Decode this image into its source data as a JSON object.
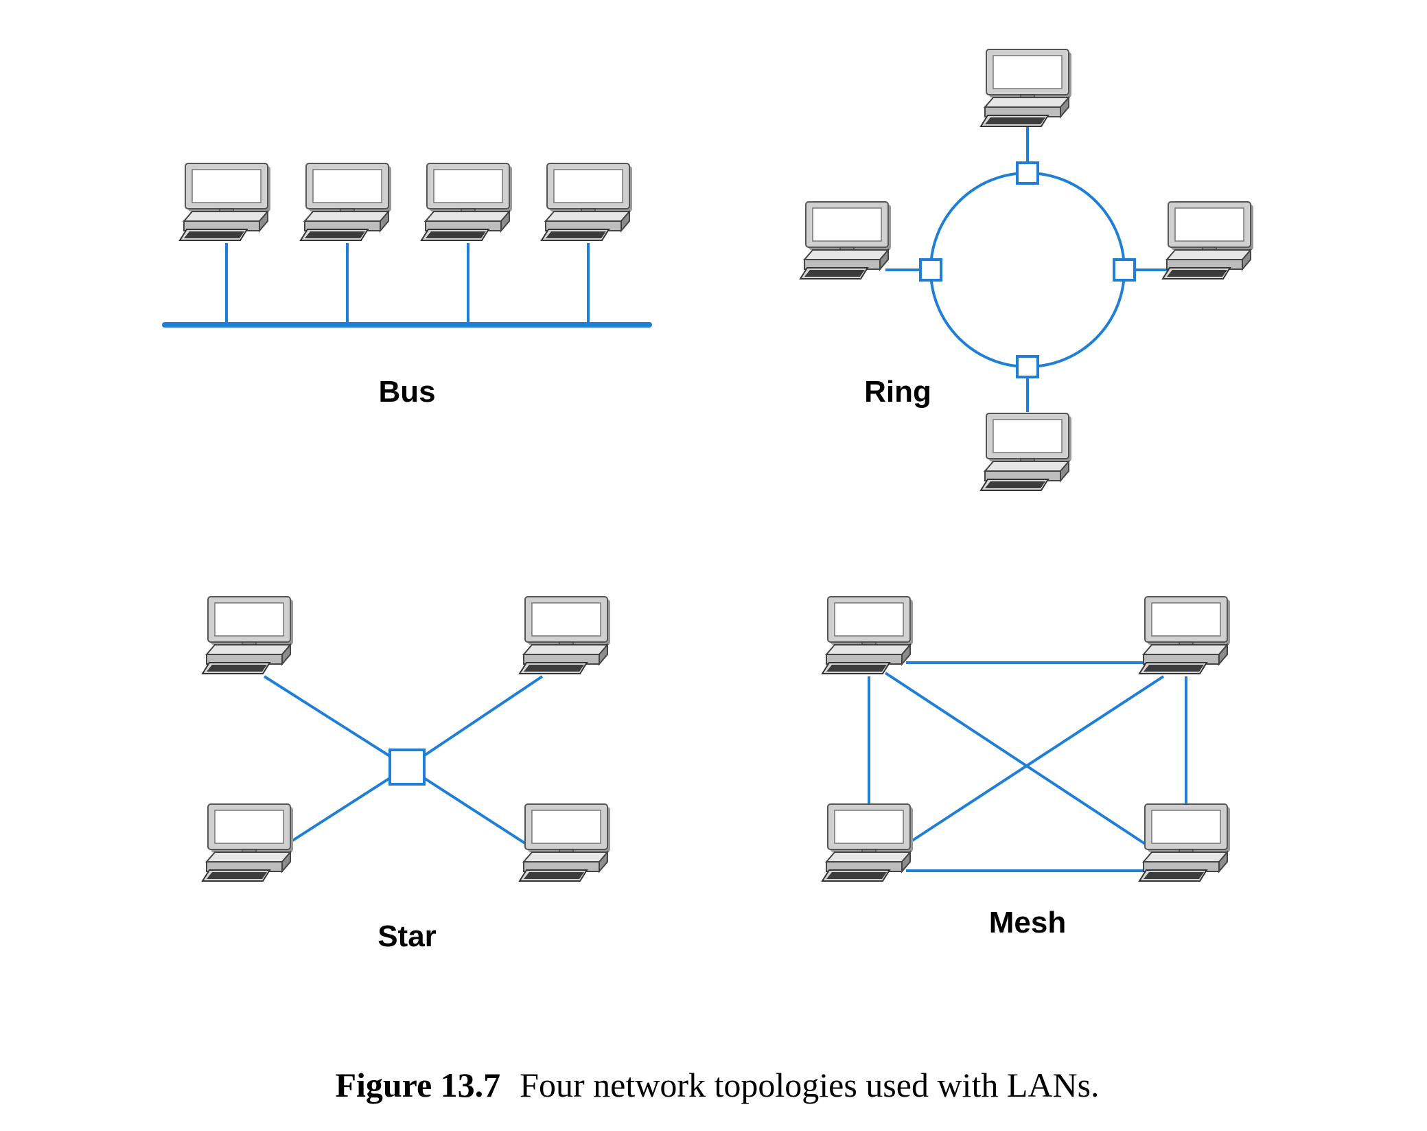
{
  "labels": {
    "bus": "Bus",
    "ring": "Ring",
    "star": "Star",
    "mesh": "Mesh"
  },
  "caption": {
    "number": "Figure 13.7",
    "text": "Four network topologies used with LANs."
  },
  "colors": {
    "link": "#1f7fd6",
    "monitor_frame": "#c8c8c8",
    "monitor_screen": "#ffffff",
    "chassis": "#b8b8b8",
    "keyboard": "#4a4a4a"
  },
  "icons": {
    "computer": "workstation-icon",
    "hub": "hub-node-icon"
  },
  "topologies": {
    "bus": {
      "computers": 4
    },
    "ring": {
      "computers": 4,
      "taps": 4
    },
    "star": {
      "computers": 4,
      "hubs": 1
    },
    "mesh": {
      "computers": 4,
      "links": 6
    }
  }
}
